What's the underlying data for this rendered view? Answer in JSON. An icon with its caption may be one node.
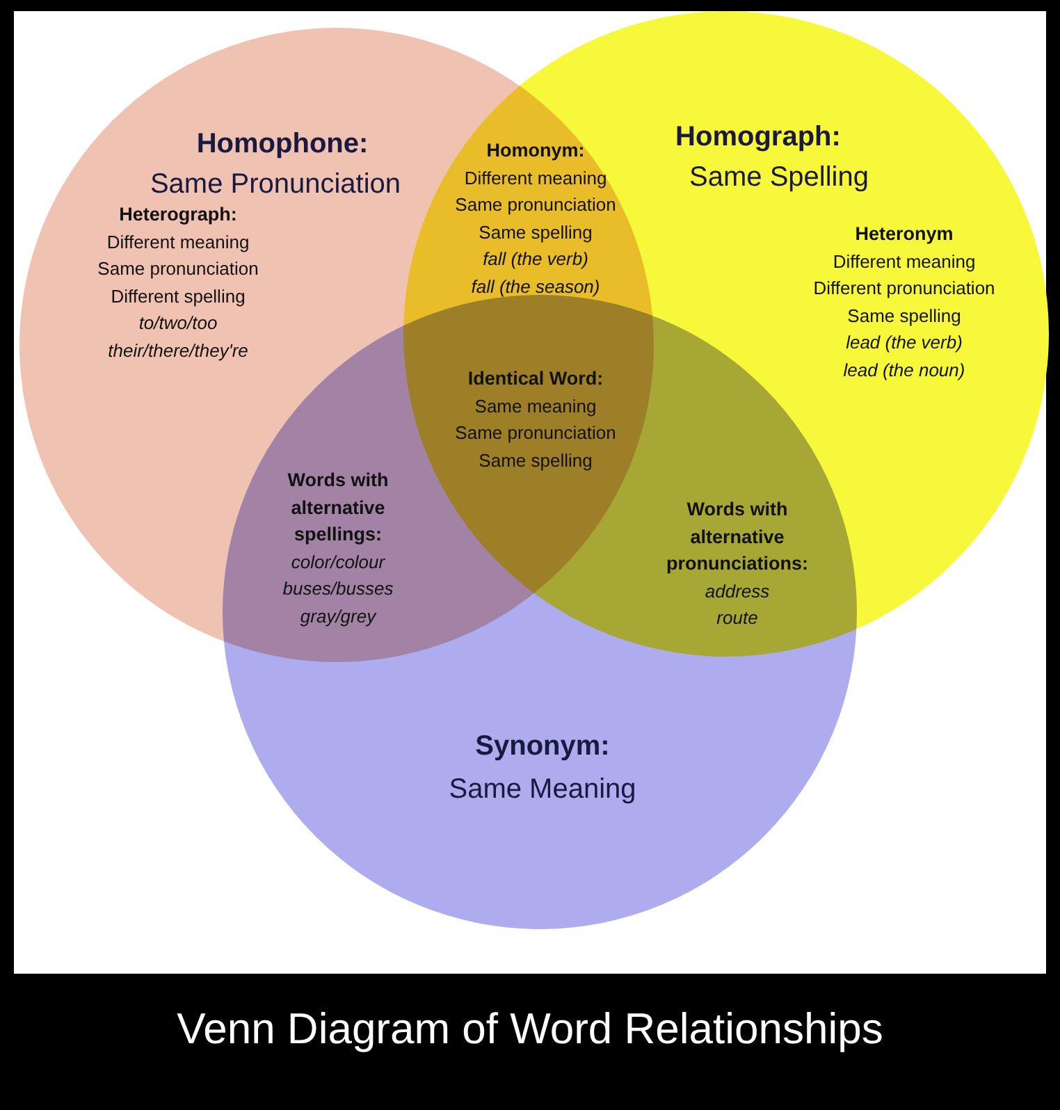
{
  "diagram": {
    "title": "Venn Diagram of Word Relationships",
    "nodes": [
      {
        "text": [
          "Homophone:",
          "Same Pronunciation"
        ]
      },
      {
        "text": [
          "Homograph:",
          "Same Spelling"
        ]
      },
      {
        "text": [
          "Synonym:",
          "Same Meaning"
        ]
      }
    ],
    "labels": [
      "Heterograph:",
      "Different meaning",
      "Same pronunciation",
      "Different spelling",
      "to/two/too",
      "their/there/they're",
      "Homonym:",
      "Different meaning",
      "Same pronunciation",
      "Same spelling",
      "fall (the verb)",
      "fall (the season)",
      "Heteronym",
      "Different meaning",
      "Different pronunciation",
      "Same spelling",
      "lead (the verb)",
      "lead (the noun)",
      "Identical Word:",
      "Same meaning",
      "Same pronunciation",
      "Same spelling",
      "Words with",
      "alternative",
      "spellings:",
      "color/colour",
      "buses/busses",
      "gray/grey",
      "Words with",
      "alternative",
      "pronunciations:",
      "address",
      "route"
    ]
  }
}
